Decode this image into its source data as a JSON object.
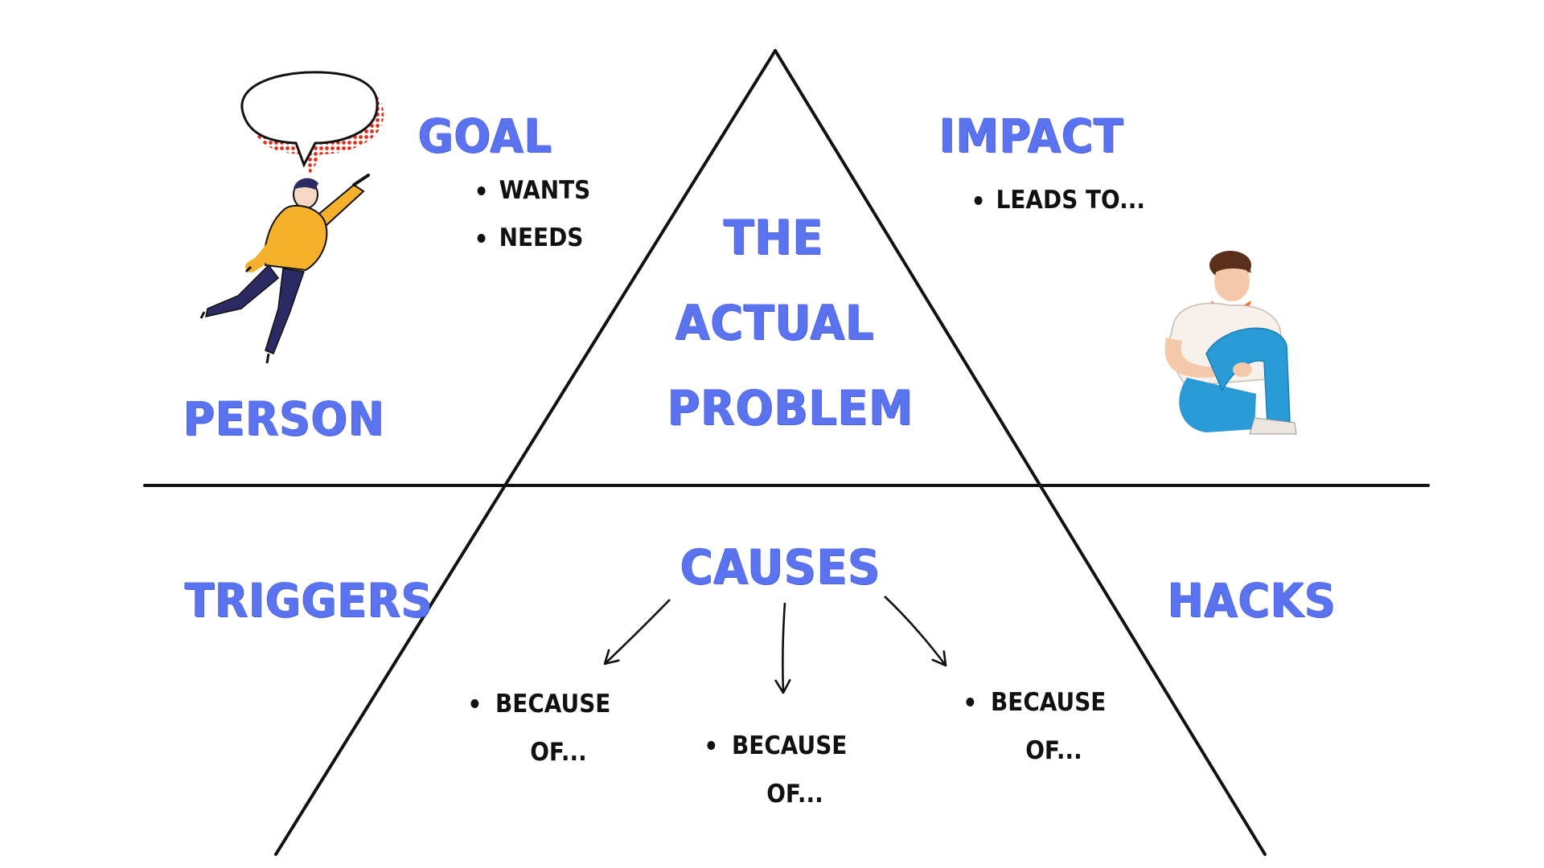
{
  "quadrants": {
    "goal": {
      "title": "GOAL",
      "bullets": [
        "WANTS",
        "NEEDS"
      ]
    },
    "impact": {
      "title": "IMPACT",
      "bullets": [
        "LEADS TO..."
      ]
    },
    "person": {
      "title": "PERSON"
    },
    "triggers": {
      "title": "TRIGGERS"
    },
    "hacks": {
      "title": "HACKS"
    }
  },
  "center": {
    "lines": [
      "THE",
      "ACTUAL",
      "PROBLEM"
    ]
  },
  "causes": {
    "title": "CAUSES",
    "items": [
      {
        "line1": "BECAUSE",
        "line2": "OF..."
      },
      {
        "line1": "BECAUSE",
        "line2": "OF..."
      },
      {
        "line1": "BECAUSE",
        "line2": "OF..."
      }
    ]
  },
  "colors": {
    "accent_blue": "#5b73ee",
    "text_black": "#111111",
    "shirt_yellow": "#f5b02c",
    "pants_navy": "#2b2a63",
    "jeans_blue": "#2a9bd6",
    "collar_orange": "#f26a21",
    "halftone_red": "#e0301e"
  },
  "icons": [
    "speech-bubble-icon",
    "flying-man-illustration",
    "sad-sitting-man-illustration",
    "arrow-down-left-icon",
    "arrow-down-icon",
    "arrow-down-right-icon"
  ]
}
